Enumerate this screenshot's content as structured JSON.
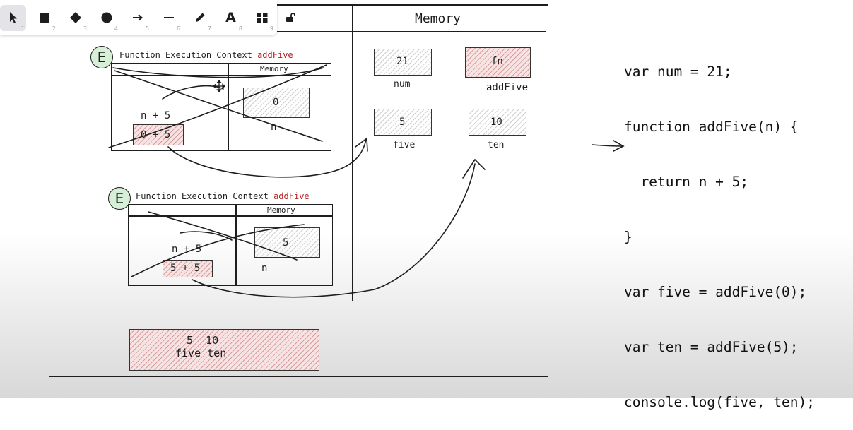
{
  "toolbar": {
    "tools": [
      {
        "name": "select",
        "icon": "pointer-icon",
        "num": "1",
        "active": true
      },
      {
        "name": "rectangle",
        "icon": "square-icon",
        "num": "2"
      },
      {
        "name": "diamond",
        "icon": "diamond-icon",
        "num": "3"
      },
      {
        "name": "ellipse",
        "icon": "circle-icon",
        "num": "4"
      },
      {
        "name": "arrow",
        "icon": "arrow-right-icon",
        "num": "5"
      },
      {
        "name": "line",
        "icon": "line-icon",
        "num": "6"
      },
      {
        "name": "draw",
        "icon": "pencil-icon",
        "num": "7"
      },
      {
        "name": "text",
        "icon": "text-icon",
        "label": "A",
        "num": "8"
      },
      {
        "name": "library",
        "icon": "grid-icon",
        "num": "9"
      }
    ],
    "lock_icon": "unlock-icon"
  },
  "canvas": {
    "global_memory_title": "Memory",
    "global_memory": [
      {
        "value": "21",
        "label": "num"
      },
      {
        "value": "fn",
        "label": "addFive"
      },
      {
        "value": "5",
        "label": "five"
      },
      {
        "value": "10",
        "label": "ten"
      }
    ],
    "ctx1": {
      "badge": "E",
      "title": "Function Execution Context",
      "fn_name": "addFive",
      "memory_label": "Memory",
      "mem_value": "0",
      "mem_key": "n",
      "expr": "n + 5",
      "result": "0 + 5"
    },
    "ctx2": {
      "badge": "E",
      "title": "Function Execution Context",
      "fn_name": "addFive",
      "memory_label": "Memory",
      "mem_value": "5",
      "mem_key": "n",
      "expr": "n + 5",
      "result": "5 + 5"
    },
    "console_output": {
      "values": "5  10",
      "names": "five ten"
    }
  },
  "code": {
    "lines": [
      "var num = 21;",
      "function addFive(n) {",
      "  return n + 5;",
      "}",
      "var five = addFive(0);",
      "var ten = addFive(5);",
      "console.log(five, ten);"
    ]
  },
  "colors": {
    "accent_red": "#b72020",
    "badge_green": "#d6efd6",
    "toolbar_active": "#e3e3e8"
  }
}
